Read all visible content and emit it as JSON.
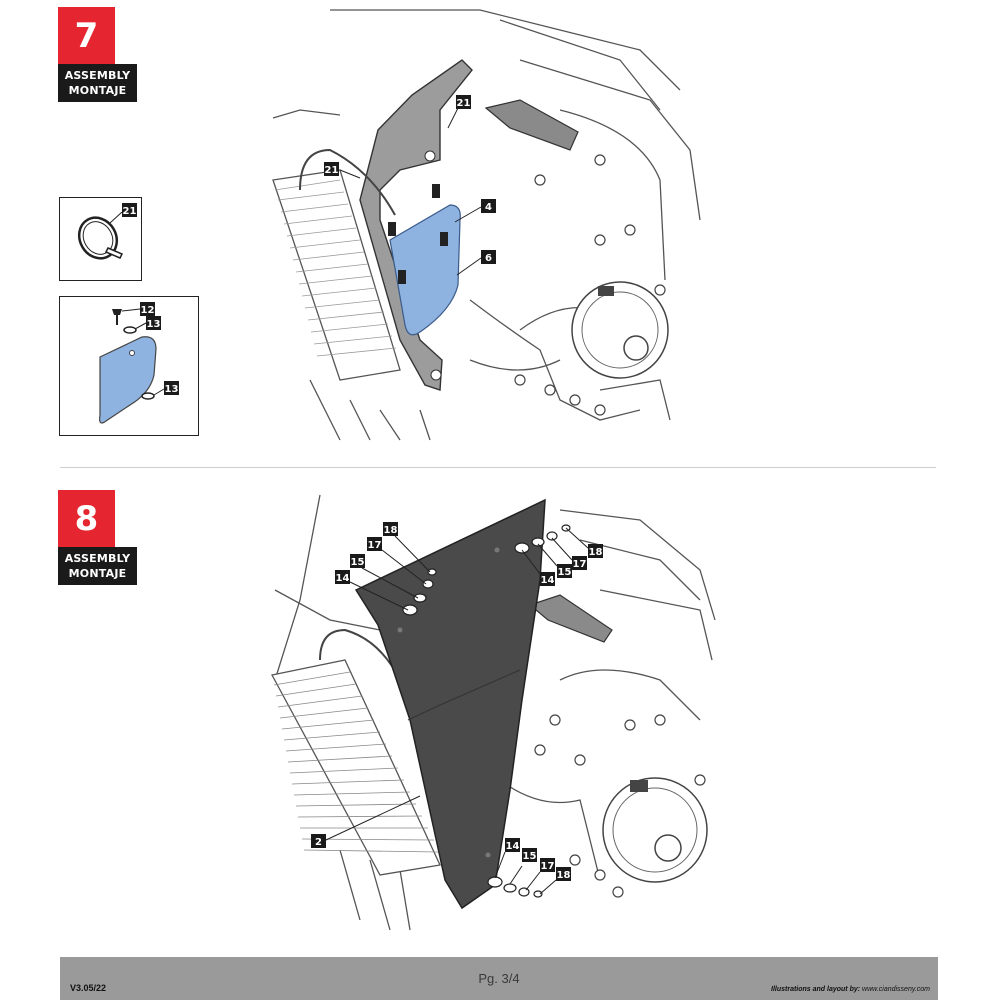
{
  "steps": [
    {
      "number": "7",
      "label_line1": "ASSEMBLY",
      "label_line2": "MONTAJE"
    },
    {
      "number": "8",
      "label_line1": "ASSEMBLY",
      "label_line2": "MONTAJE"
    }
  ],
  "callouts": {
    "step7": [
      "21",
      "21",
      "4",
      "6"
    ],
    "detail_clamp": [
      "21"
    ],
    "detail_plate": [
      "12",
      "13",
      "13"
    ],
    "step8": [
      "18",
      "17",
      "15",
      "14",
      "18",
      "17",
      "15",
      "14",
      "2",
      "14",
      "15",
      "17",
      "18"
    ]
  },
  "footer": {
    "version": "V3.05/22",
    "page": "Pg. 3/4",
    "credit_label": "Illustrations and layout by:",
    "credit_url": "www.ciandisseny.com"
  },
  "colors": {
    "step_red": "#e52630",
    "label_black": "#1a1a1a",
    "bracket_blue": "#8fb3e0",
    "panel_dark": "#4a4a4a",
    "footer_gray": "#9a9a9a"
  }
}
